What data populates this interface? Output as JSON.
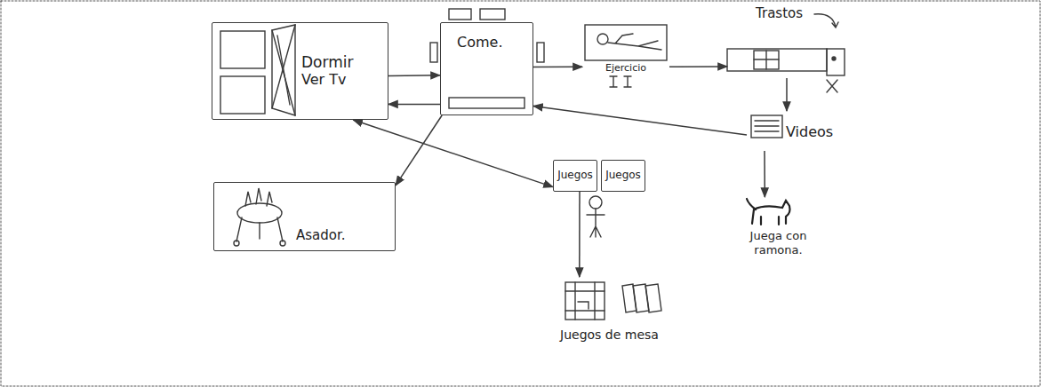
{
  "diagram": {
    "nodes": [
      {
        "text": [
          "Dormir",
          "Ver Tv"
        ]
      },
      {
        "text": [
          "Come."
        ]
      },
      {
        "text": [
          "Ejercicio"
        ]
      },
      {
        "text": [
          "Trastos"
        ]
      },
      {
        "text": [
          "Videos"
        ]
      },
      {
        "text": [
          "Juega con ramona."
        ]
      },
      {
        "text": [
          "Asador."
        ]
      },
      {
        "text": [
          "Juegos"
        ]
      },
      {
        "text": [
          "Juegos"
        ]
      },
      {
        "text": [
          "Juegos de mesa"
        ]
      }
    ],
    "edges": [
      {
        "from": 0,
        "to": 1,
        "arrow": "to"
      },
      {
        "from": 1,
        "to": 0,
        "arrow": "to"
      },
      {
        "from": 1,
        "to": 2,
        "arrow": "to"
      },
      {
        "from": 2,
        "to": 3,
        "arrow": "to"
      },
      {
        "from": 3,
        "to": 4,
        "arrow": "to"
      },
      {
        "from": 4,
        "to": 1,
        "arrow": "to"
      },
      {
        "from": 4,
        "to": 5,
        "arrow": "to"
      },
      {
        "from": 1,
        "to": 6,
        "arrow": "to"
      },
      {
        "from": 0,
        "to": 7,
        "arrow": "both"
      },
      {
        "from": 7,
        "to": 9,
        "arrow": "to"
      }
    ]
  }
}
